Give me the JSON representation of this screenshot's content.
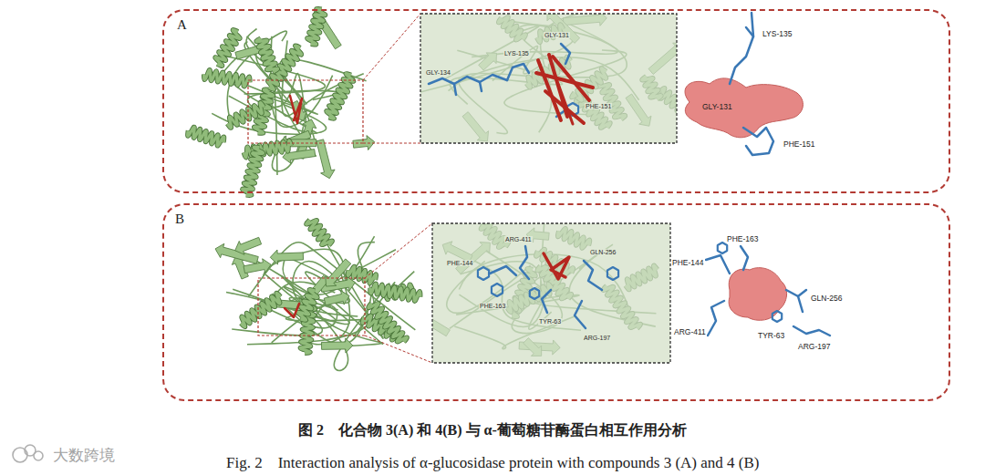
{
  "diagram": {
    "caption": "图 2　化合物 3(A) 和 4(B) 与 α-葡萄糖苷酶蛋白相互作用分析",
    "nodes": [
      {
        "text": [
          "A"
        ]
      },
      {
        "text": [
          "B"
        ]
      }
    ],
    "labels": [
      "GLY-131",
      "GLY-134",
      "LYS-135",
      "PHE-151",
      "LYS-135",
      "GLY-131",
      "PHE-151",
      "ARG-411",
      "PHE-144",
      "GLN-256",
      "PHE-163",
      "TYR-63",
      "ARG-197",
      "PHE-163",
      "PHE-144",
      "GLN-256",
      "ARG-411",
      "TYR-63",
      "ARG-197",
      "Fig. 2　Interaction analysis of α-glucosidase protein with compounds 3 (A) and 4 (B)",
      "大数跨境"
    ]
  }
}
